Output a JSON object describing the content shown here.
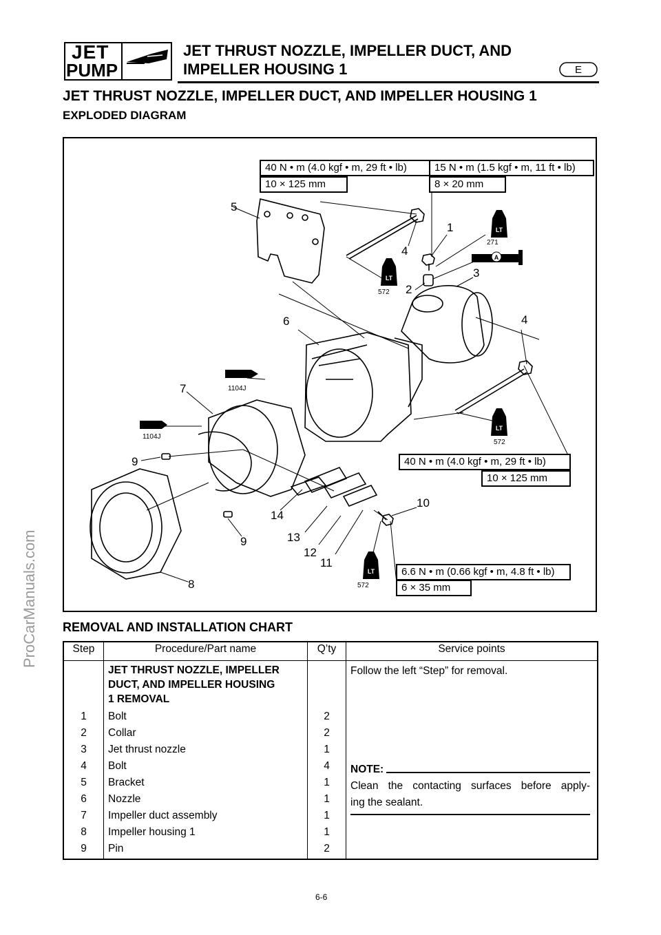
{
  "watermark": "ProCarManuals.com",
  "header": {
    "badge_top": "JET",
    "badge_bottom": "PUMP",
    "title_line1": "JET THRUST NOZZLE, IMPELLER DUCT, AND",
    "title_line2": "IMPELLER HOUSING 1",
    "language": "E"
  },
  "main_title": "JET THRUST NOZZLE, IMPELLER DUCT, AND IMPELLER HOUSING 1",
  "sub_title": "EXPLODED DIAGRAM",
  "diagram": {
    "specs": {
      "torque_bolt4_top": "40 N • m (4.0 kgf • m, 29 ft • lb)",
      "size_bolt4_top": "10 × 125 mm",
      "torque_bolt1": "15 N • m (1.5 kgf • m, 11 ft • lb)",
      "size_bolt1": "8 × 20 mm",
      "torque_bolt4_bottom": "40 N • m (4.0 kgf • m, 29 ft • lb)",
      "size_bolt4_bottom": "10 × 125 mm",
      "torque_bolt10": "6.6 N • m (0.66 kgf • m, 4.8 ft • lb)",
      "size_bolt10": "6 × 35 mm"
    },
    "sealants": {
      "lt572_a": "572",
      "lt271": "271",
      "lt572_b": "572",
      "lt572_c": "572",
      "bond_a": "1104J",
      "bond_b": "1104J",
      "lt_text": "LT",
      "grease_text": "A"
    },
    "callouts": [
      "5",
      "1",
      "4",
      "2",
      "3",
      "6",
      "4",
      "7",
      "9",
      "14",
      "9",
      "13",
      "12",
      "11",
      "10",
      "8"
    ]
  },
  "chart_title": "REMOVAL AND INSTALLATION CHART",
  "table": {
    "headers": [
      "Step",
      "Procedure/Part name",
      "Q’ty",
      "Service points"
    ],
    "group_heading": [
      "JET THRUST NOZZLE, IMPELLER",
      "DUCT, AND IMPELLER HOUSING",
      "1 REMOVAL"
    ],
    "group_note": "Follow the left “Step” for removal.",
    "rows": [
      {
        "step": "1",
        "part": "Bolt",
        "qty": "2"
      },
      {
        "step": "2",
        "part": "Collar",
        "qty": "2"
      },
      {
        "step": "3",
        "part": "Jet thrust nozzle",
        "qty": "1"
      },
      {
        "step": "4",
        "part": "Bolt",
        "qty": "4"
      },
      {
        "step": "5",
        "part": "Bracket",
        "qty": "1"
      },
      {
        "step": "6",
        "part": "Nozzle",
        "qty": "1"
      },
      {
        "step": "7",
        "part": "Impeller duct assembly",
        "qty": "1"
      },
      {
        "step": "8",
        "part": "Impeller housing 1",
        "qty": "1"
      },
      {
        "step": "9",
        "part": "Pin",
        "qty": "2"
      }
    ],
    "note_label": "NOTE:",
    "note_line1": "Clean the contacting surfaces before apply-",
    "note_line2": "ing the sealant."
  },
  "page_number": "6-6"
}
